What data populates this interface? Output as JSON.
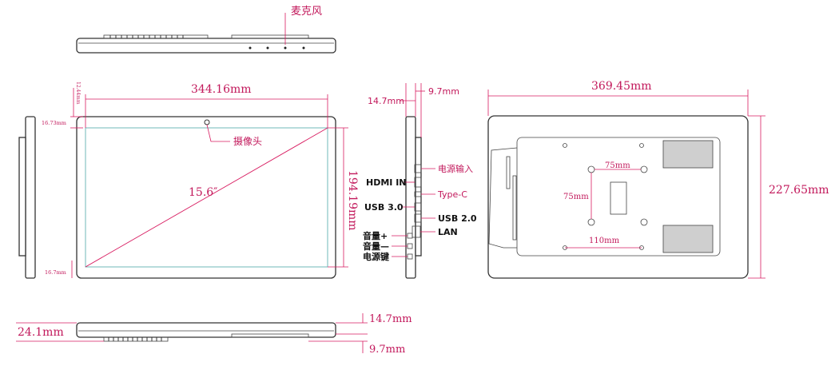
{
  "labels": {
    "microphone": "麦克风",
    "camera": "摄像头",
    "diagonal": "15.6″",
    "width_front": "344.16mm",
    "height_front": "194.19mm",
    "bezel_top_small": "12.44mm",
    "bezel_side": "16.73mm",
    "bezel_bottom": "16.7mm",
    "side_thick_a": "14.7mm",
    "side_thick_b": "9.7mm",
    "width_back": "369.45mm",
    "height_back": "227.65mm",
    "vesa_h": "75mm",
    "vesa_v": "75mm",
    "vesa_bottom": "110mm",
    "bottom_total": "24.1mm",
    "bottom_a": "14.7mm",
    "bottom_b": "9.7mm"
  },
  "ports": {
    "power_in": "电源输入",
    "hdmi": "HDMI IN",
    "type_c": "Type-C",
    "usb3": "USB 3.0",
    "usb2": "USB 2.0",
    "lan": "LAN",
    "vol_up": "音量+",
    "vol_down": "音量—",
    "power_key": "电源键"
  }
}
